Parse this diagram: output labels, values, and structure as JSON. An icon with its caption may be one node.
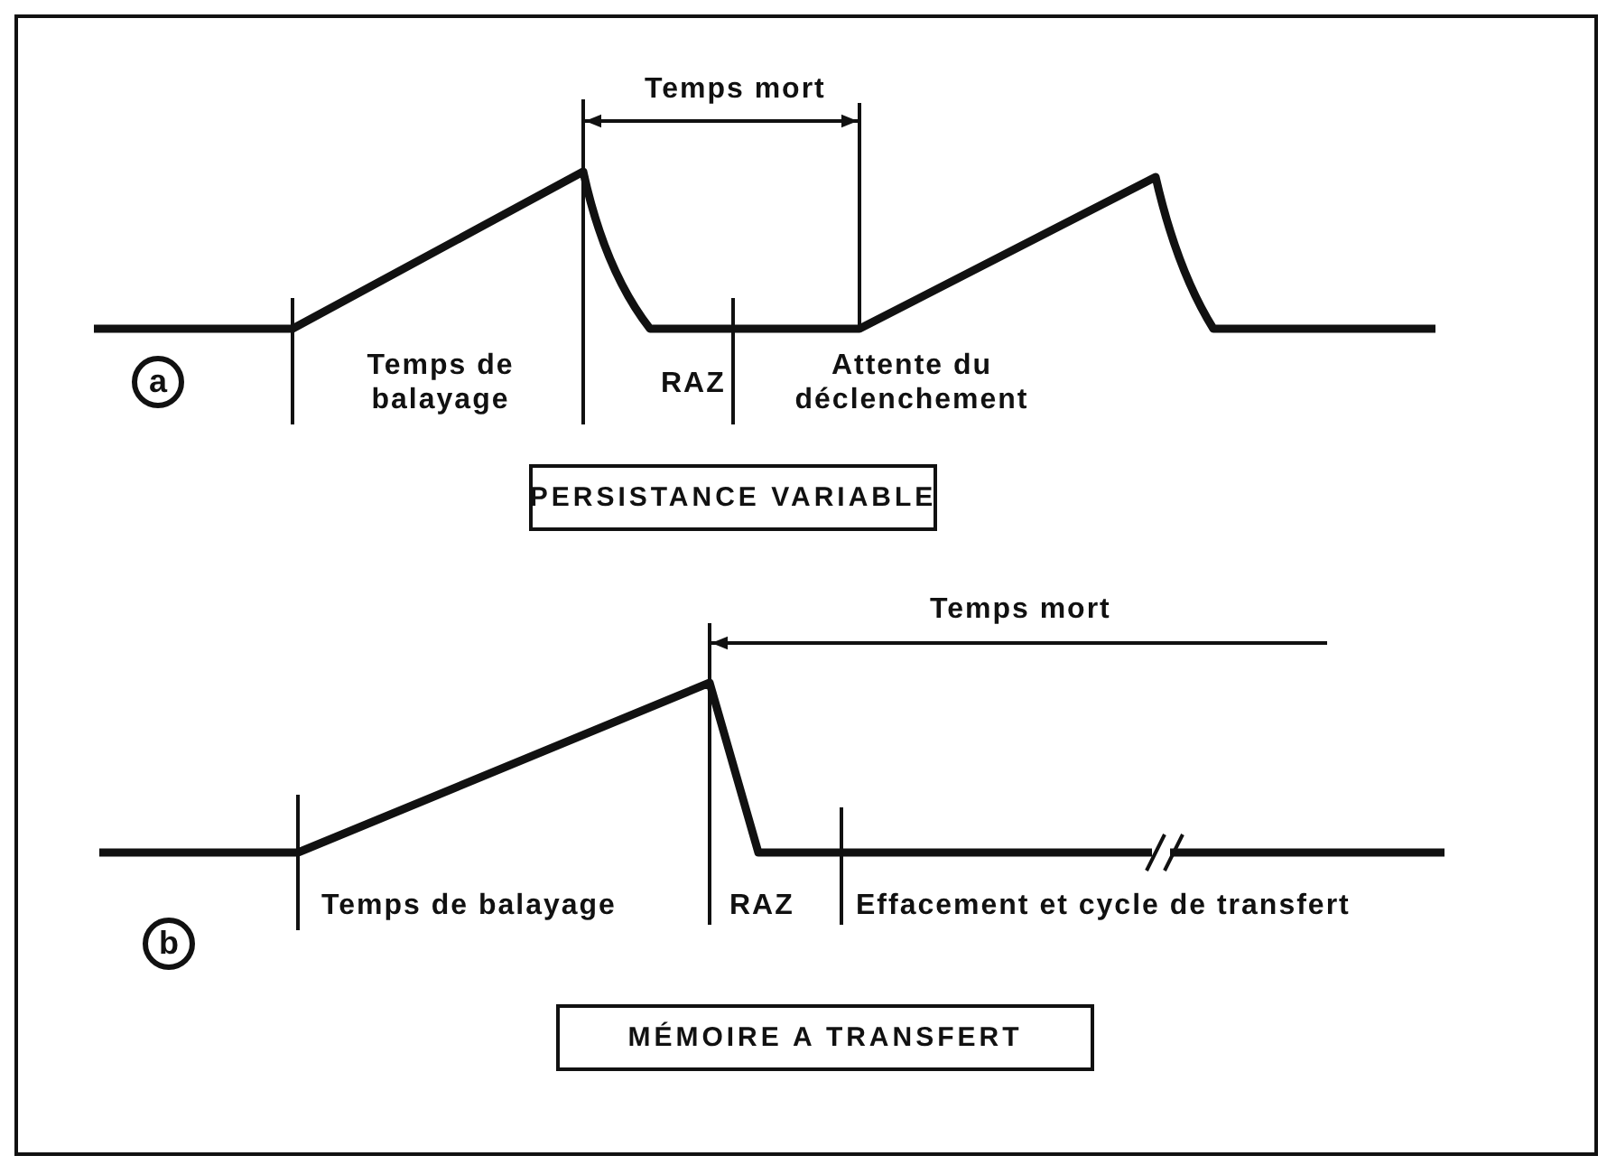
{
  "diagram": {
    "nodes": [
      {
        "text": [
          "a"
        ]
      },
      {
        "text": [
          "PERSISTANCE VARIABLE"
        ]
      },
      {
        "text": [
          "b"
        ]
      },
      {
        "text": [
          "MÉMOIRE A TRANSFERT"
        ]
      }
    ],
    "labels": [
      "Temps mort",
      "Temps de balayage",
      "RAZ",
      "Attente du déclenchement",
      "Temps mort",
      "Temps de balayage",
      "RAZ",
      "Effacement et cycle de transfert"
    ]
  }
}
